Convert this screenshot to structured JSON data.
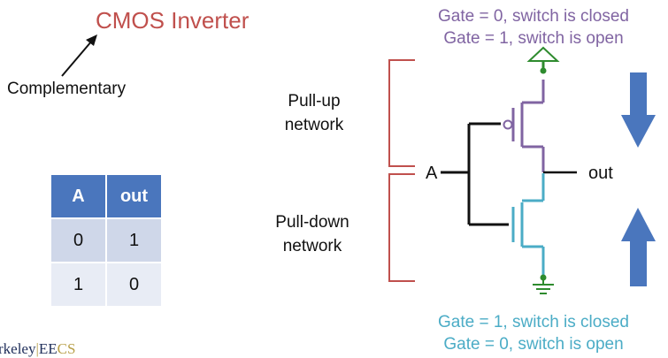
{
  "title": "CMOS Inverter",
  "complementary_label": "Complementary",
  "pull_up_label": [
    "Pull-up",
    "network"
  ],
  "pull_down_label": [
    "Pull-down",
    "network"
  ],
  "pmos_annotation": [
    "Gate = 0, switch is closed",
    "Gate = 1, switch is open"
  ],
  "nmos_annotation": [
    "Gate = 1, switch is closed",
    "Gate = 0, switch is open"
  ],
  "input_label": "A",
  "output_label": "out",
  "truth_table": {
    "headers": [
      "A",
      "out"
    ],
    "rows": [
      [
        "0",
        "1"
      ],
      [
        "1",
        "0"
      ]
    ]
  },
  "logo": {
    "left": "rkeley",
    "sep": "|",
    "right_a": "EE",
    "right_b": "CS"
  },
  "colors": {
    "title": "#c0504d",
    "pmos": "#8064a2",
    "nmos": "#4bacc6",
    "bracket": "#c0504d",
    "arrow": "#4a76bd",
    "vdd": "#2e8b2e",
    "table_header": "#4a76bd"
  }
}
